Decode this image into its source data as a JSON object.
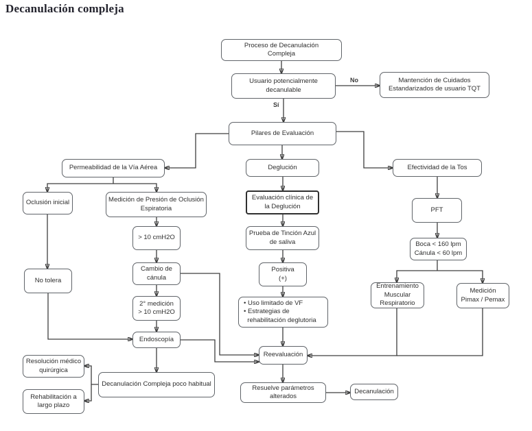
{
  "page": {
    "title": "Decanulación compleja"
  },
  "colors": {
    "title": "#23232d",
    "border": "#5f6368",
    "arrow": "#3d3d3d",
    "text": "#2e2e2e"
  },
  "edge_labels": {
    "no": "No",
    "si": "Sí"
  },
  "nodes": {
    "proceso": {
      "label": "Proceso de Decanulación\nCompleja"
    },
    "usuario": {
      "label": "Usuario potencialmente\ndecanulable"
    },
    "mantencion": {
      "label": "Mantención de Cuidados\nEstandarizados de usuario TQT"
    },
    "pilares": {
      "label": "Pilares de Evaluación"
    },
    "permeabilidad": {
      "label": "Permeabilidad de la Vía Aérea"
    },
    "deglucion": {
      "label": "Deglución"
    },
    "efectividad": {
      "label": "Efectividad de la Tos"
    },
    "oclusion": {
      "label": "Oclusión inicial"
    },
    "medpresion": {
      "label": "Medición de Presión de Oclusión\nEspiratoria"
    },
    "mayor10": {
      "label": "> 10 cmH2O"
    },
    "cambio": {
      "label": "Cambio de\ncánula"
    },
    "notolera": {
      "label": "No tolera"
    },
    "segunda": {
      "label": "2° medición\n> 10 cmH2O"
    },
    "endoscopia": {
      "label": "Endoscopía"
    },
    "evalclinica": {
      "label": "Evaluación clínica de\nla Deglución"
    },
    "prueba": {
      "label": "Prueba de Tinción Azul\nde saliva"
    },
    "positiva": {
      "label": "Positiva\n(+)"
    },
    "usolimitado": {
      "label": "• Uso limitado de VF\n• Estrategias de\n  rehabilitación deglutoria"
    },
    "pft": {
      "label": "PFT"
    },
    "boca": {
      "label": "Boca < 160 lpm\nCánula < 60 lpm"
    },
    "entrenamiento": {
      "label": "Entrenamiento\nMuscular\nRespiratorio"
    },
    "pimax": {
      "label": "Medición\nPimax / Pemax"
    },
    "reevaluacion": {
      "label": "Reevaluación"
    },
    "resuelve": {
      "label": "Resuelve parámetros\nalterados"
    },
    "decanulacion": {
      "label": "Decanulación"
    },
    "resolucion": {
      "label": "Resolución médico\nquirúrgica"
    },
    "rehabilitacion": {
      "label": "Rehabilitación a\nlargo plazo"
    },
    "complejapoco": {
      "label": "Decanulación Compleja poco habitual"
    }
  }
}
